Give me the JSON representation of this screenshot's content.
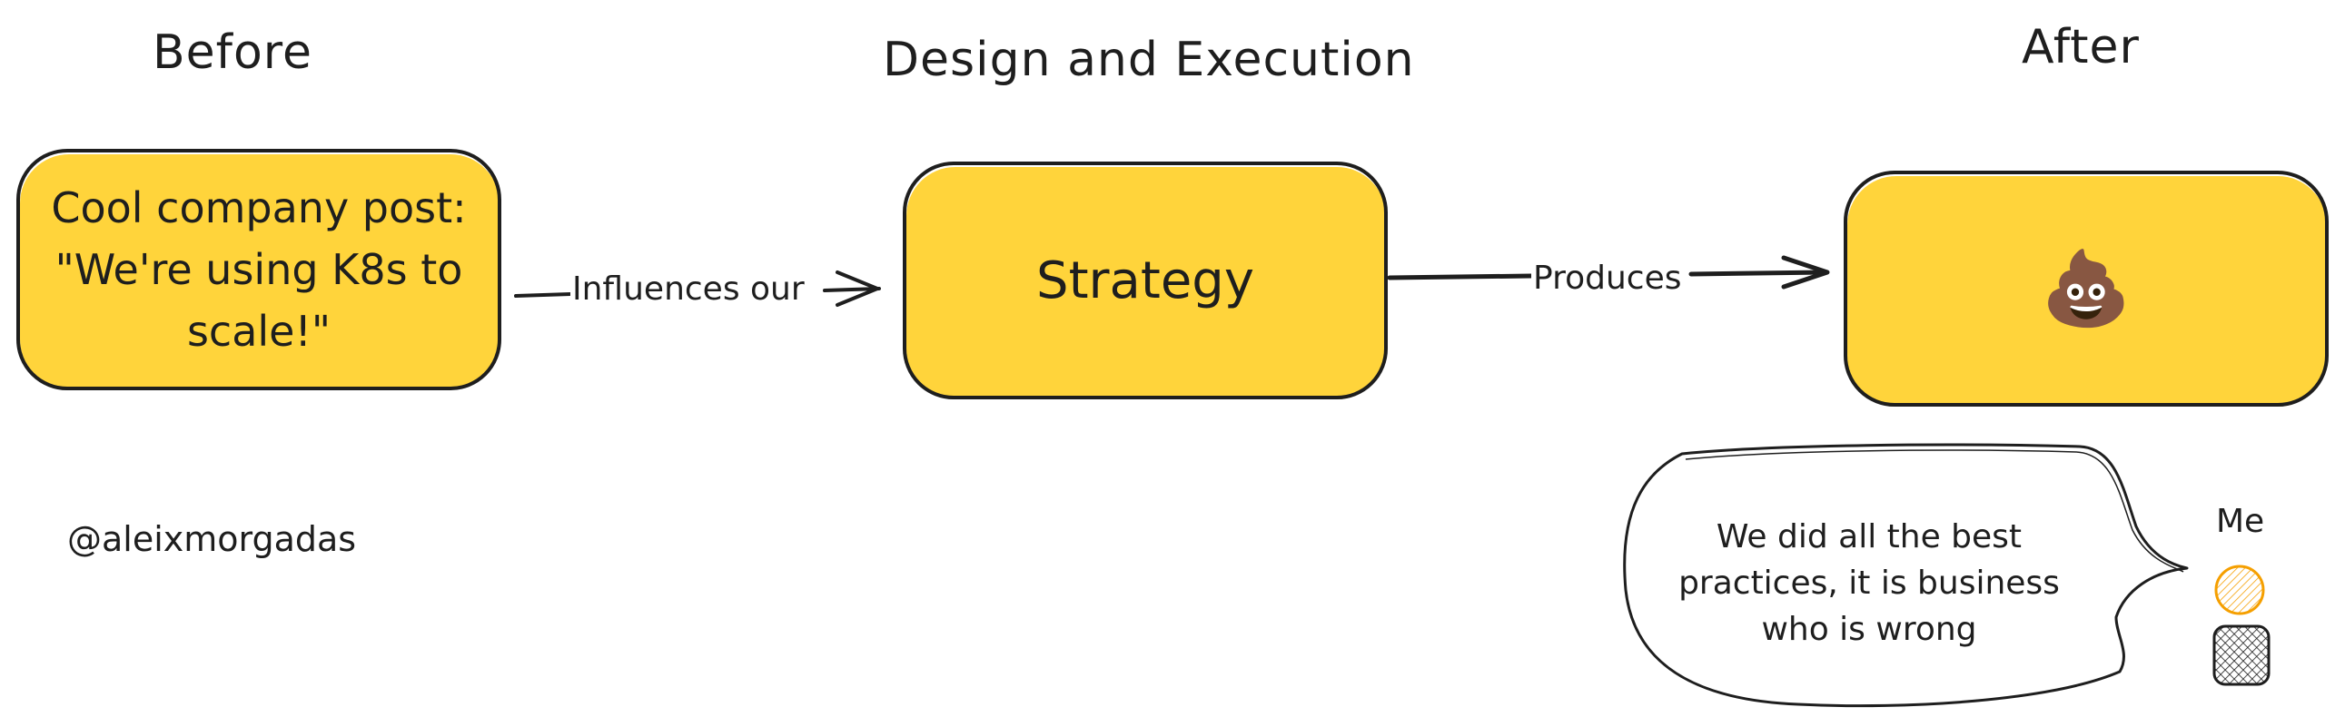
{
  "headings": {
    "before": "Before",
    "design": "Design and Execution",
    "after": "After"
  },
  "boxes": {
    "before": "Cool company post: \"We're using K8s to scale!\"",
    "strategy": "Strategy",
    "after": "💩"
  },
  "edges": {
    "influences": "Influences our",
    "produces": "Produces"
  },
  "handle": "@aleixmorgadas",
  "speech_bubble": "We did all the best practices, it is business who is wrong",
  "person_label": "Me",
  "colors": {
    "box_fill": "#ffd43b",
    "stroke": "#1e1e1e",
    "head": "#f59f00"
  }
}
